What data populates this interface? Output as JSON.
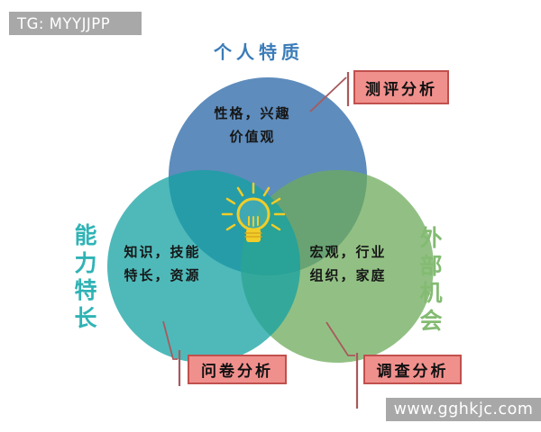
{
  "banners": {
    "top_left": "TG: MYYJJPP",
    "bottom_right": "www.gghkjc.com"
  },
  "diagram": {
    "circles": {
      "top": {
        "label": "个人特质",
        "line1": "性格，兴趣",
        "line2": "价值观",
        "fill": "#2865A5",
        "label_color": "#3A7CB8"
      },
      "left": {
        "label": "能力特长",
        "line1": "知识，技能",
        "line2": "特长，资源",
        "fill": "#14A1A3",
        "label_color": "#2FB3B5"
      },
      "right": {
        "label": "外部机会",
        "line1": "宏观，行业",
        "line2": "组织，家庭",
        "fill": "#6DAB5B",
        "label_color": "#83BB72"
      }
    },
    "center_icon": "lightbulb-icon",
    "callouts": {
      "assessment": "测评分析",
      "questionnaire": "问卷分析",
      "survey": "调查分析"
    }
  },
  "colors": {
    "callout_bg": "#F0908D",
    "callout_border": "#C0504D",
    "connector": "#A85A5E",
    "banner_bg": "#A8A8A8",
    "banner_text": "#FFFFFF",
    "bulb": "#F3CD27",
    "background": "#FFFFFF"
  }
}
